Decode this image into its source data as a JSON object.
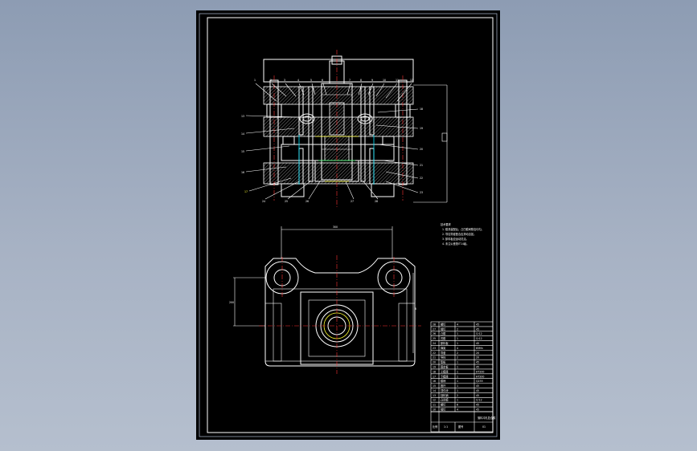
{
  "drawing": {
    "background_color": "#000000",
    "viewport_color": "#9aa7bb",
    "line_color": "#ffffff",
    "center_line_color": "#ff3333",
    "accent_colors": [
      "#00e5ff",
      "#ffff33",
      "#33ff66"
    ]
  },
  "section_view": {
    "part_labels": [
      "1",
      "2",
      "3",
      "4",
      "5",
      "6",
      "7",
      "8",
      "9",
      "10",
      "11",
      "12",
      "13",
      "14",
      "15",
      "16",
      "17",
      "18",
      "19",
      "20",
      "21",
      "22",
      "23",
      "24",
      "25",
      "26",
      "27",
      "28"
    ]
  },
  "dimensions": {
    "plan_width": "300",
    "plan_height": "200",
    "plan_right": "8"
  },
  "notes": {
    "lines": [
      "技术要求",
      "1. 模具装配后，凸凹模间隙应均匀。",
      "2. 导柱导套配合应滑动自如。",
      "3. 卸料板应运动灵活。",
      "4. 未注公差按IT14级。"
    ]
  },
  "bom": {
    "rows": [
      [
        "28",
        "螺钉",
        "4",
        "45"
      ],
      [
        "27",
        "销钉",
        "2",
        "45"
      ],
      [
        "26",
        "凸模",
        "1",
        "Cr12"
      ],
      [
        "25",
        "凹模",
        "1",
        "Cr12"
      ],
      [
        "24",
        "卸料板",
        "1",
        "45"
      ],
      [
        "23",
        "弹簧",
        "4",
        "65Mn"
      ],
      [
        "22",
        "导套",
        "2",
        "20"
      ],
      [
        "21",
        "导柱",
        "2",
        "20"
      ],
      [
        "20",
        "垫板",
        "1",
        "45"
      ],
      [
        "19",
        "固定板",
        "1",
        "45"
      ],
      [
        "18",
        "上模座",
        "1",
        "HT200"
      ],
      [
        "17",
        "下模座",
        "1",
        "HT200"
      ],
      [
        "16",
        "模柄",
        "1",
        "Q235"
      ],
      [
        "15",
        "推杆",
        "1",
        "45"
      ],
      [
        "14",
        "顶件块",
        "1",
        "45"
      ],
      [
        "13",
        "挡料销",
        "2",
        "45"
      ],
      [
        "12",
        "凸凹模",
        "1",
        "Cr12"
      ],
      [
        "11",
        "螺钉",
        "6",
        "45"
      ],
      [
        "10",
        "销钉",
        "4",
        "45"
      ]
    ],
    "title_block": [
      "落料冲孔复合模",
      "比例",
      "1:1",
      "图号",
      "01"
    ]
  }
}
